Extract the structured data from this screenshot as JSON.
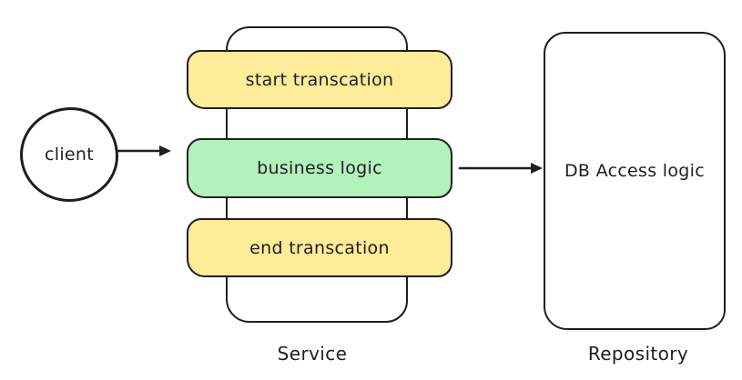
{
  "client": {
    "label": "client"
  },
  "service": {
    "label": "Service",
    "steps": [
      {
        "label": "start transcation",
        "fill": "#ffec99"
      },
      {
        "label": "business logic",
        "fill": "#b2f2bb"
      },
      {
        "label": "end transcation",
        "fill": "#ffec99"
      }
    ]
  },
  "repository": {
    "label": "Repository",
    "content": "DB Access logic"
  },
  "arrows": [
    {
      "name": "client-to-service"
    },
    {
      "name": "business-logic-to-repository"
    }
  ],
  "colors": {
    "stroke": "#1e1e1e",
    "yellow": "#ffec99",
    "green": "#b2f2bb",
    "background": "#ffffff"
  }
}
